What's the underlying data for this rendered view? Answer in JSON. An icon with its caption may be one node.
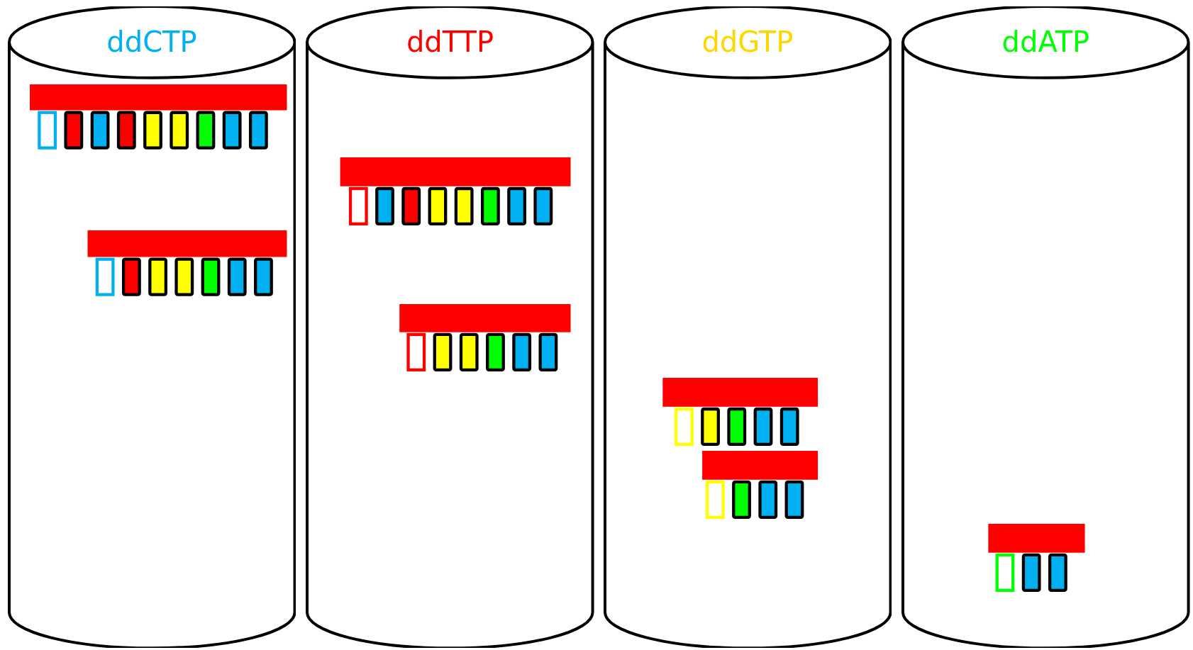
{
  "diagram": {
    "nodes": [
      {
        "text": [
          "ddCTP"
        ]
      },
      {
        "text": [
          "ddTTP"
        ]
      },
      {
        "text": [
          "ddGTP"
        ]
      },
      {
        "text": [
          "ddATP"
        ]
      }
    ]
  }
}
